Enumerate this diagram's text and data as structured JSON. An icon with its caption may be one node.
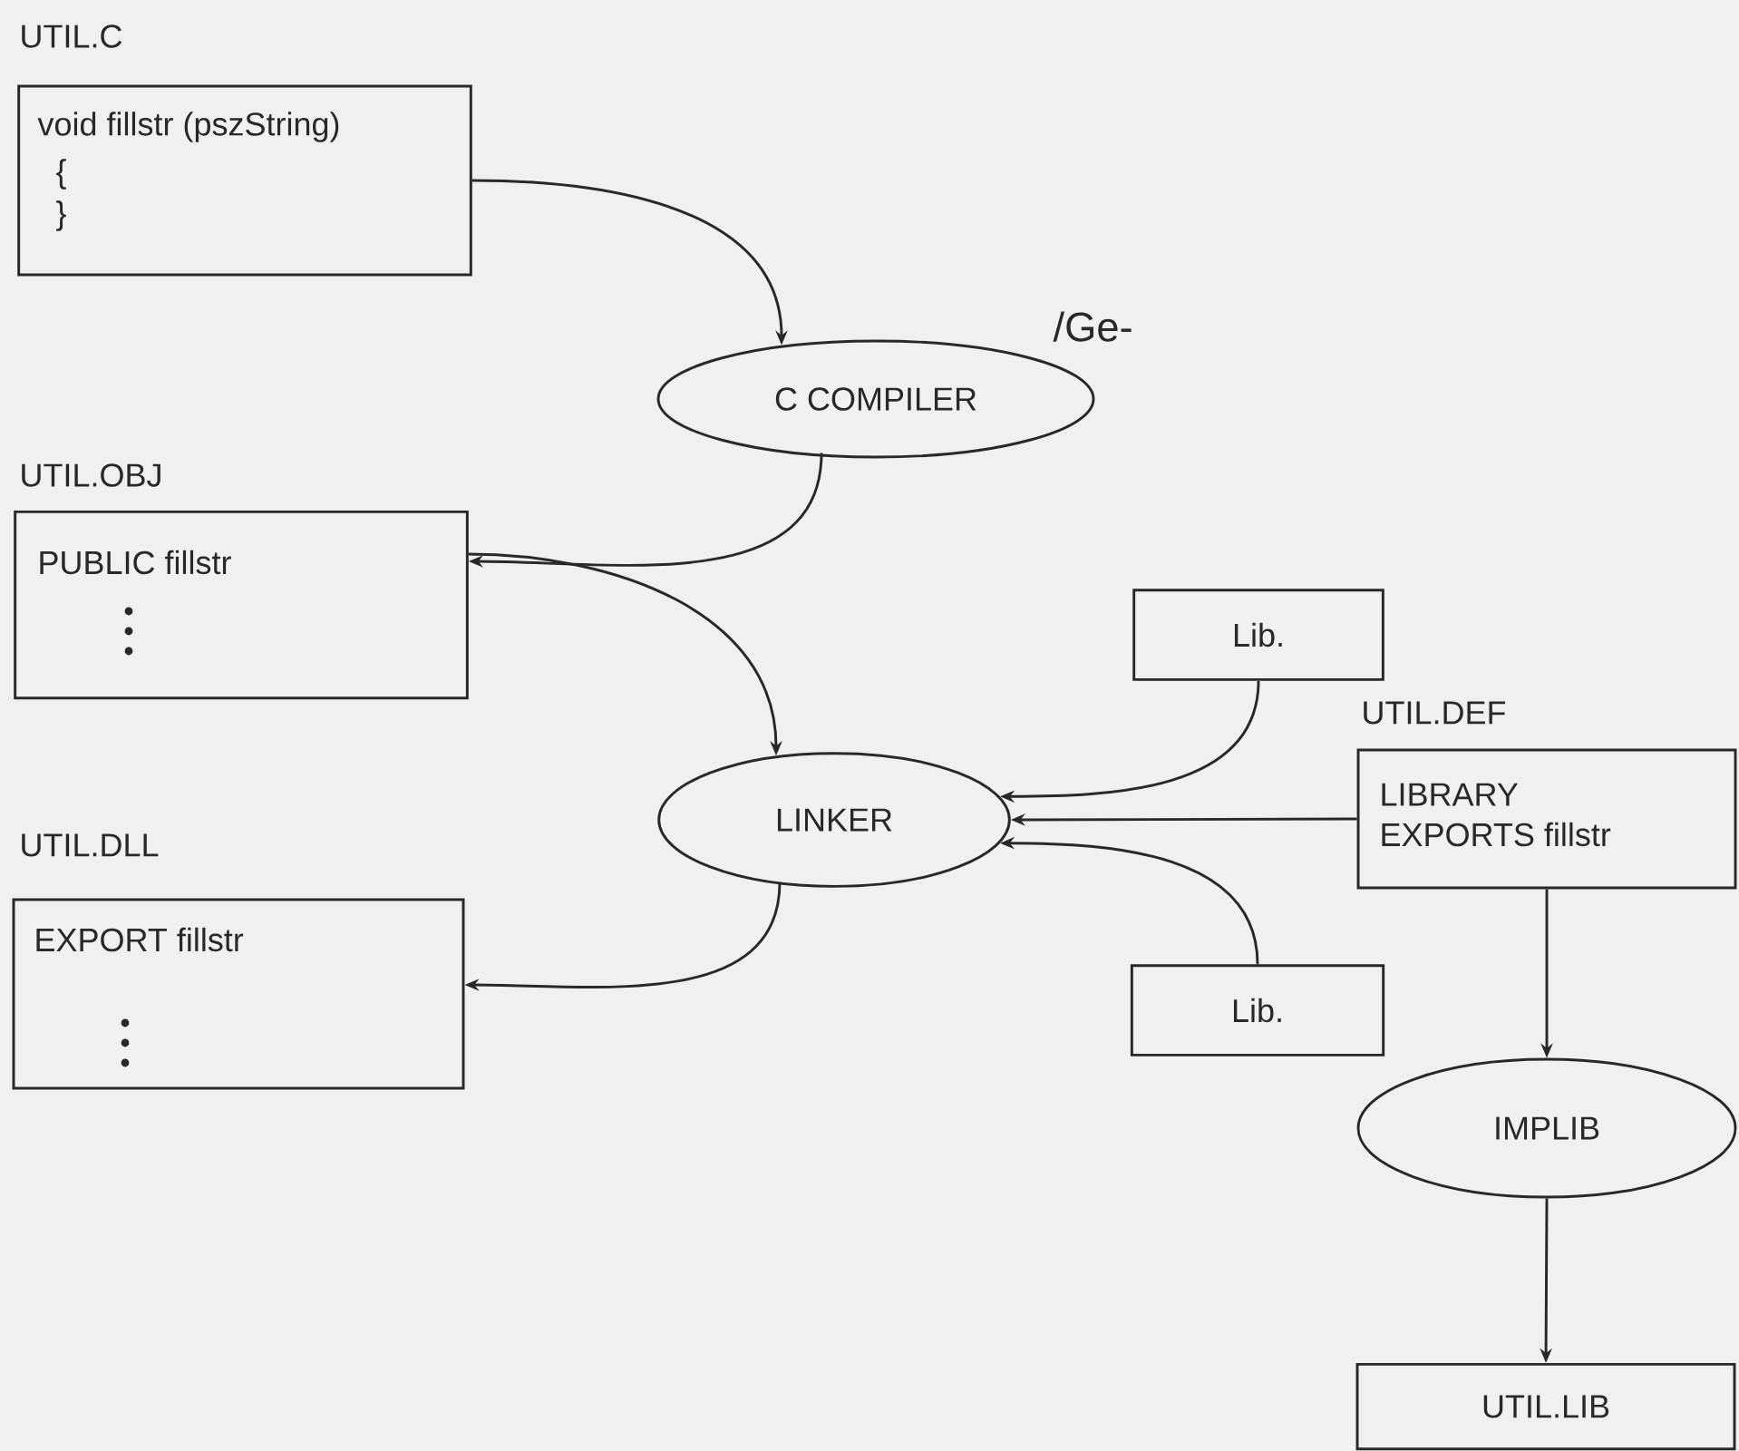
{
  "diagram": {
    "nodes": [
      {
        "text": [
          "UTIL.C",
          "void fillstr (pszString)",
          "{",
          "}"
        ]
      },
      {
        "text": [
          "C COMPILER"
        ],
        "beside": [
          "/Ge-"
        ]
      },
      {
        "text": [
          "UTIL.OBJ",
          "PUBLIC  fillstr"
        ]
      },
      {
        "text": [
          "LINKER"
        ]
      },
      {
        "text": [
          "UTIL.DLL",
          "EXPORT fillstr"
        ]
      },
      {
        "text": [
          "Lib."
        ]
      },
      {
        "text": [
          "UTIL.DEF",
          "LIBRARY",
          "EXPORTS  fillstr"
        ]
      },
      {
        "text": [
          "Lib."
        ]
      },
      {
        "text": [
          "IMPLIB"
        ]
      },
      {
        "text": [
          "UTIL.LIB"
        ]
      }
    ],
    "edges": [
      {
        "from": 0,
        "to": 1,
        "arrow": "to"
      },
      {
        "from": 1,
        "to": 2,
        "arrow": "to"
      },
      {
        "from": 2,
        "to": 3,
        "arrow": "to"
      },
      {
        "from": 3,
        "to": 4,
        "arrow": "to"
      },
      {
        "from": 5,
        "to": 3,
        "arrow": "to"
      },
      {
        "from": 6,
        "to": 3,
        "arrow": "to"
      },
      {
        "from": 7,
        "to": 3,
        "arrow": "to"
      },
      {
        "from": 6,
        "to": 8,
        "arrow": "to"
      },
      {
        "from": 8,
        "to": 9,
        "arrow": "to"
      }
    ]
  }
}
